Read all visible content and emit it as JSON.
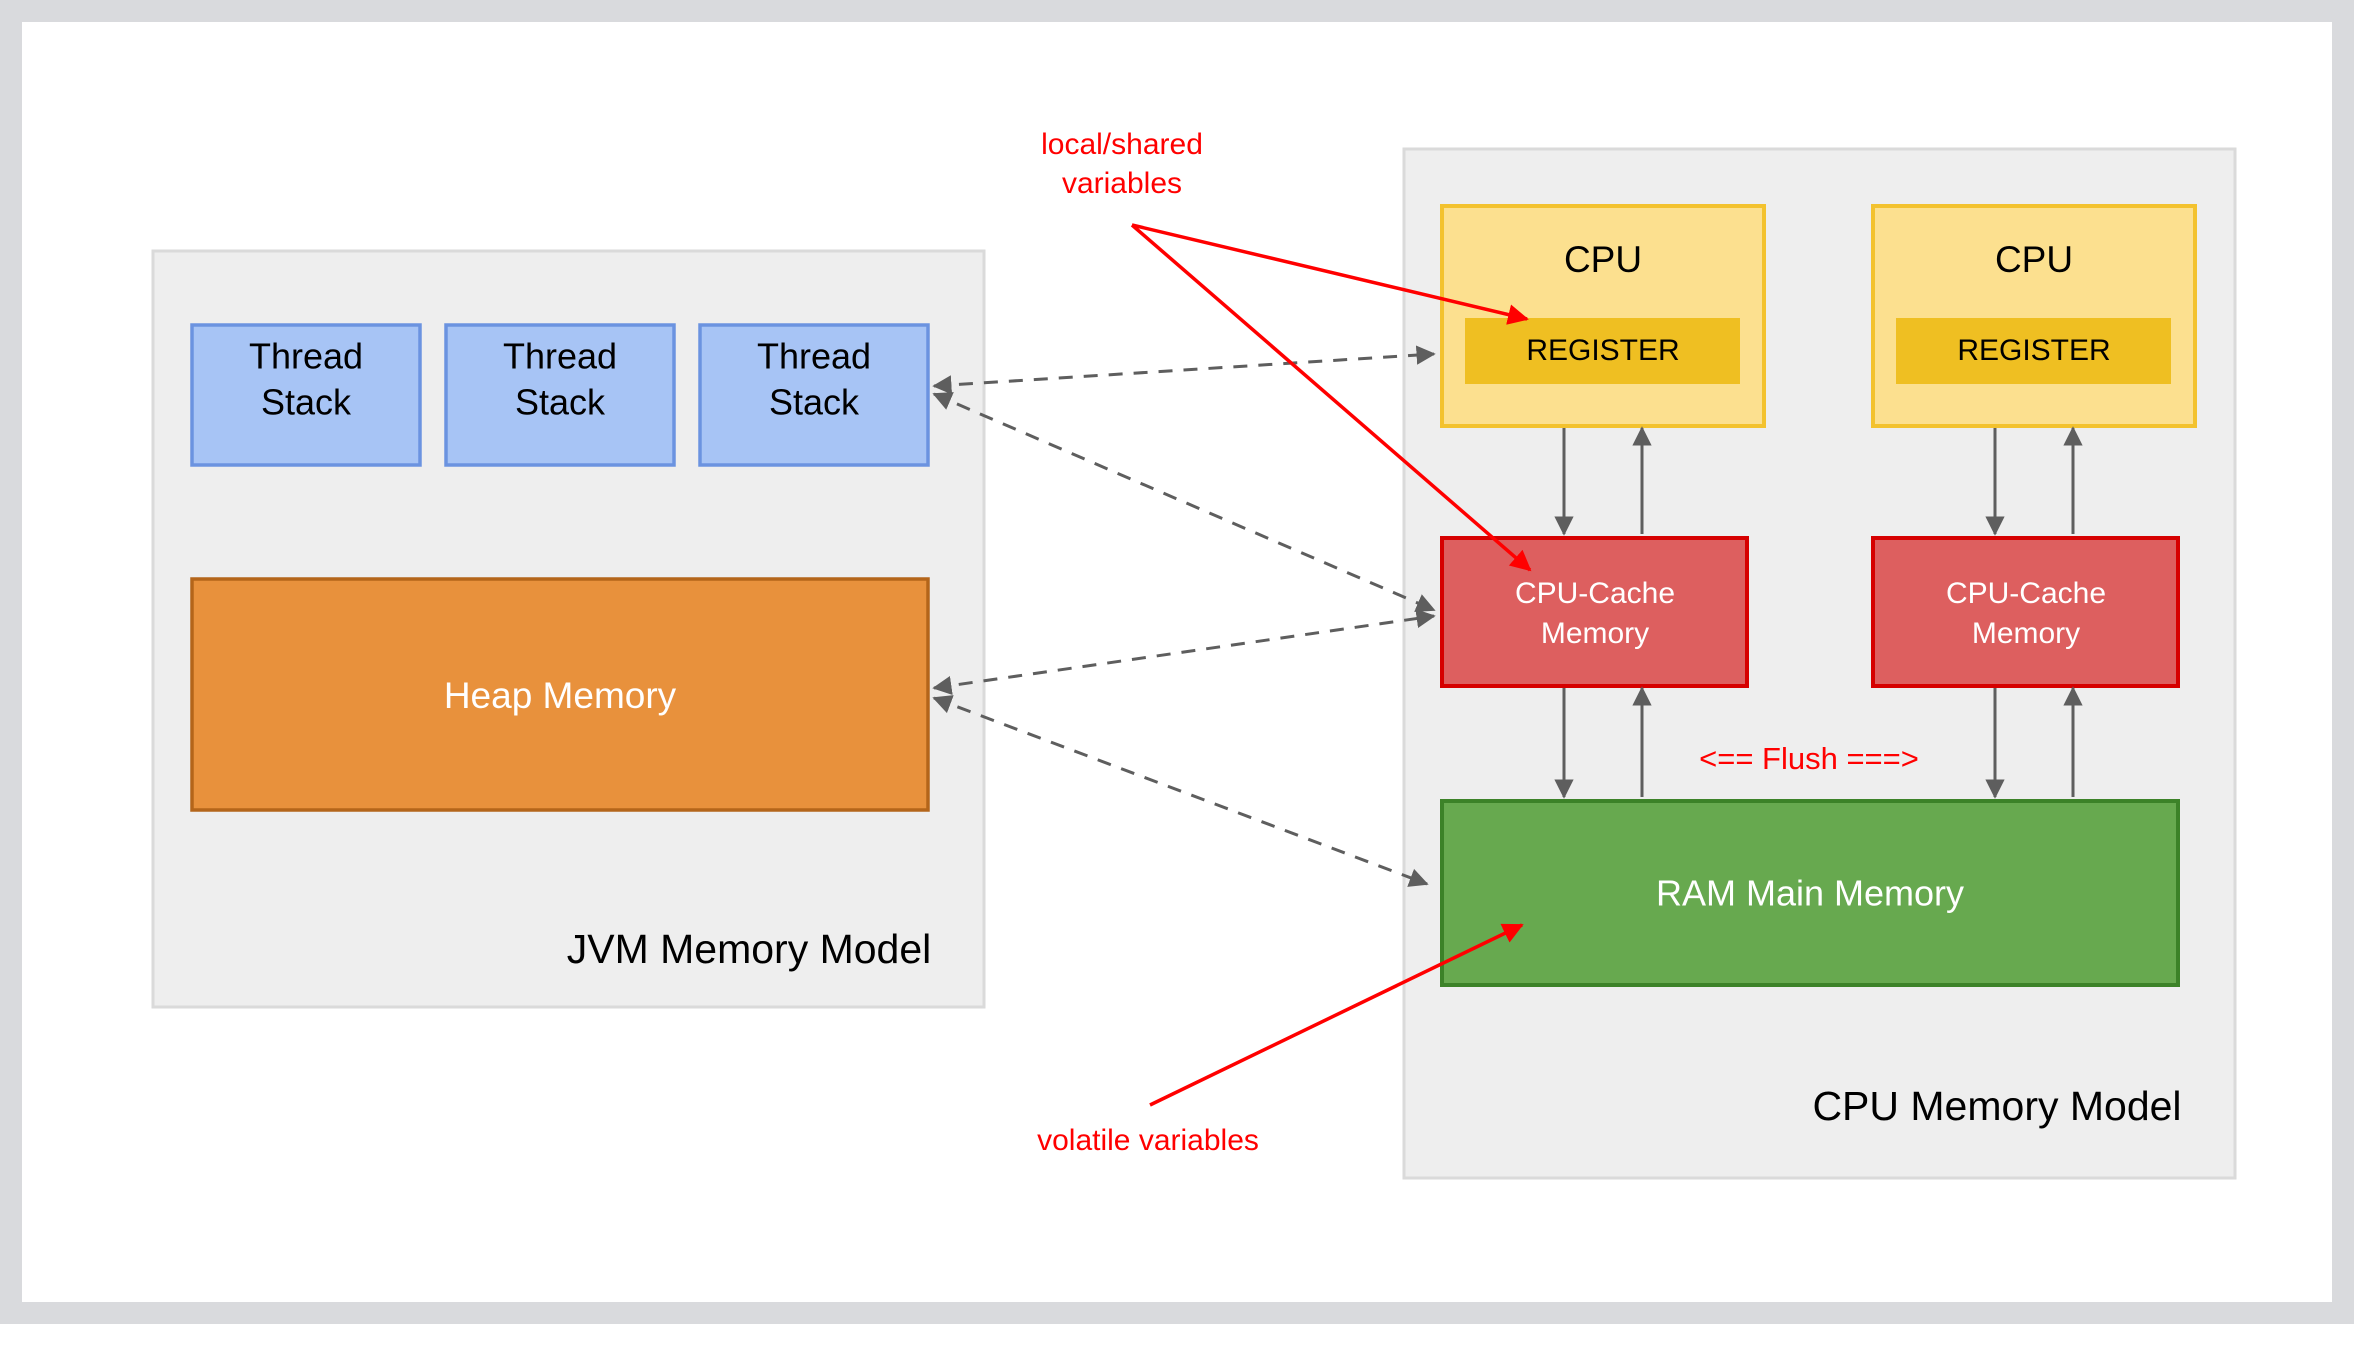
{
  "diagram": {
    "title_hidden": "",
    "groups": [
      {
        "id": "jvm",
        "label": "JVM Memory Model"
      },
      {
        "id": "cpu",
        "label": "CPU Memory Model"
      }
    ],
    "jvm": {
      "label": "JVM Memory Model",
      "thread_stacks": [
        {
          "line1": "Thread",
          "line2": "Stack"
        },
        {
          "line1": "Thread",
          "line2": "Stack"
        },
        {
          "line1": "Thread",
          "line2": "Stack"
        }
      ],
      "heap": {
        "label": "Heap Memory"
      }
    },
    "cpu": {
      "label": "CPU Memory Model",
      "cores": [
        {
          "cpu_label": "CPU",
          "register_label": "REGISTER",
          "cache_line1": "CPU-Cache",
          "cache_line2": "Memory"
        },
        {
          "cpu_label": "CPU",
          "register_label": "REGISTER",
          "cache_line1": "CPU-Cache",
          "cache_line2": "Memory"
        }
      ],
      "ram": {
        "label": "RAM Main Memory"
      },
      "flush_label": "<== Flush ===>"
    },
    "annotations": [
      {
        "id": "local-shared",
        "line1": "local/shared",
        "line2": "variables"
      },
      {
        "id": "volatile",
        "line1": "volatile variables",
        "line2": ""
      }
    ],
    "colors": {
      "thread_fill": "#a7c4f5",
      "thread_border": "#6b93e0",
      "heap_fill": "#e8913c",
      "heap_border": "#b4651a",
      "cpu_fill": "#fce08f",
      "cpu_border": "#f3c22e",
      "register_fill": "#efbf22",
      "cache_fill": "#dd5f5f",
      "cache_border": "#d60000",
      "ram_fill": "#67a94f",
      "ram_border": "#3c8228",
      "panel_fill": "#eeeeee",
      "panel_border": "#dadada",
      "annotation_red": "#ff0000",
      "connector_gray": "#5e5e5e",
      "page_border": "#d9dadd"
    }
  }
}
